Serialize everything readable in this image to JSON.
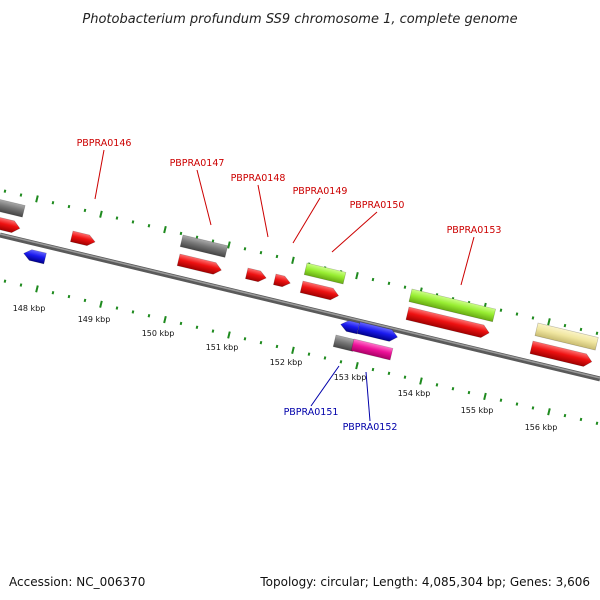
{
  "title": "Photobacterium profundum SS9 chromosome 1, complete genome",
  "footer": {
    "accession": "Accession: NC_006370",
    "summary": "Topology: circular; Length: 4,085,304 bp; Genes: 3,606"
  },
  "scale_labels": [
    "148 kbp",
    "149 kbp",
    "150 kbp",
    "151 kbp",
    "152 kbp",
    "153 kbp",
    "154 kbp",
    "155 kbp",
    "156 kbp"
  ],
  "labeled_genes": {
    "forward": [
      "PBPRA0146",
      "PBPRA0147",
      "PBPRA0148",
      "PBPRA0149",
      "PBPRA0150",
      "PBPRA0153"
    ],
    "reverse": [
      "PBPRA0151",
      "PBPRA0152"
    ]
  },
  "colors": {
    "backbone": "#777777",
    "forward_label": "#cc0000",
    "reverse_label": "#0000aa",
    "tick": "#1e8a1e",
    "cds_red": "#ee1111",
    "cds_gray": "#777777",
    "cds_blue": "#1a1aee",
    "cds_green": "#99ee33",
    "cds_pink": "#ee1199",
    "cds_yellow": "#f0e6a0"
  }
}
